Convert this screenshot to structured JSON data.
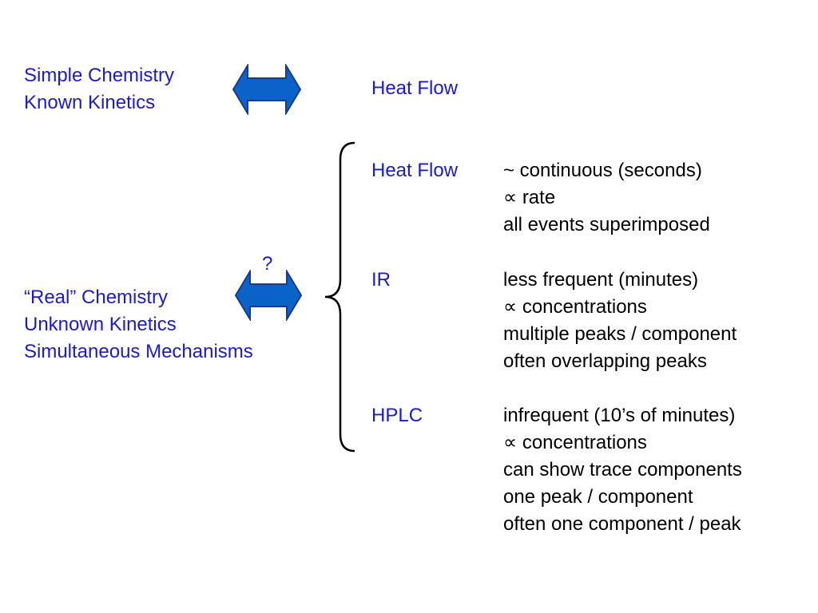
{
  "colors": {
    "text_blue": "#1a1ad6",
    "arrow_fill": "#0b63c9",
    "arrow_stroke": "#1a3a8a"
  },
  "top_left": {
    "line1": "Simple Chemistry",
    "line2": "Known Kinetics"
  },
  "top_right": {
    "label": "Heat Flow"
  },
  "bottom_left": {
    "line1": "“Real” Chemistry",
    "line2": "Unknown Kinetics",
    "line3": "Simultaneous Mechanisms"
  },
  "question_mark": "?",
  "methods": [
    {
      "name": "Heat Flow",
      "details": [
        "~ continuous (seconds)",
        "∝ rate",
        "all events superimposed"
      ]
    },
    {
      "name": "IR",
      "details": [
        "less frequent (minutes)",
        "∝ concentrations",
        "multiple peaks / component",
        "often overlapping peaks"
      ]
    },
    {
      "name": "HPLC",
      "details": [
        "infrequent (10’s of minutes)",
        "∝ concentrations",
        "can show trace components",
        "one peak / component",
        "often one component / peak"
      ]
    }
  ]
}
